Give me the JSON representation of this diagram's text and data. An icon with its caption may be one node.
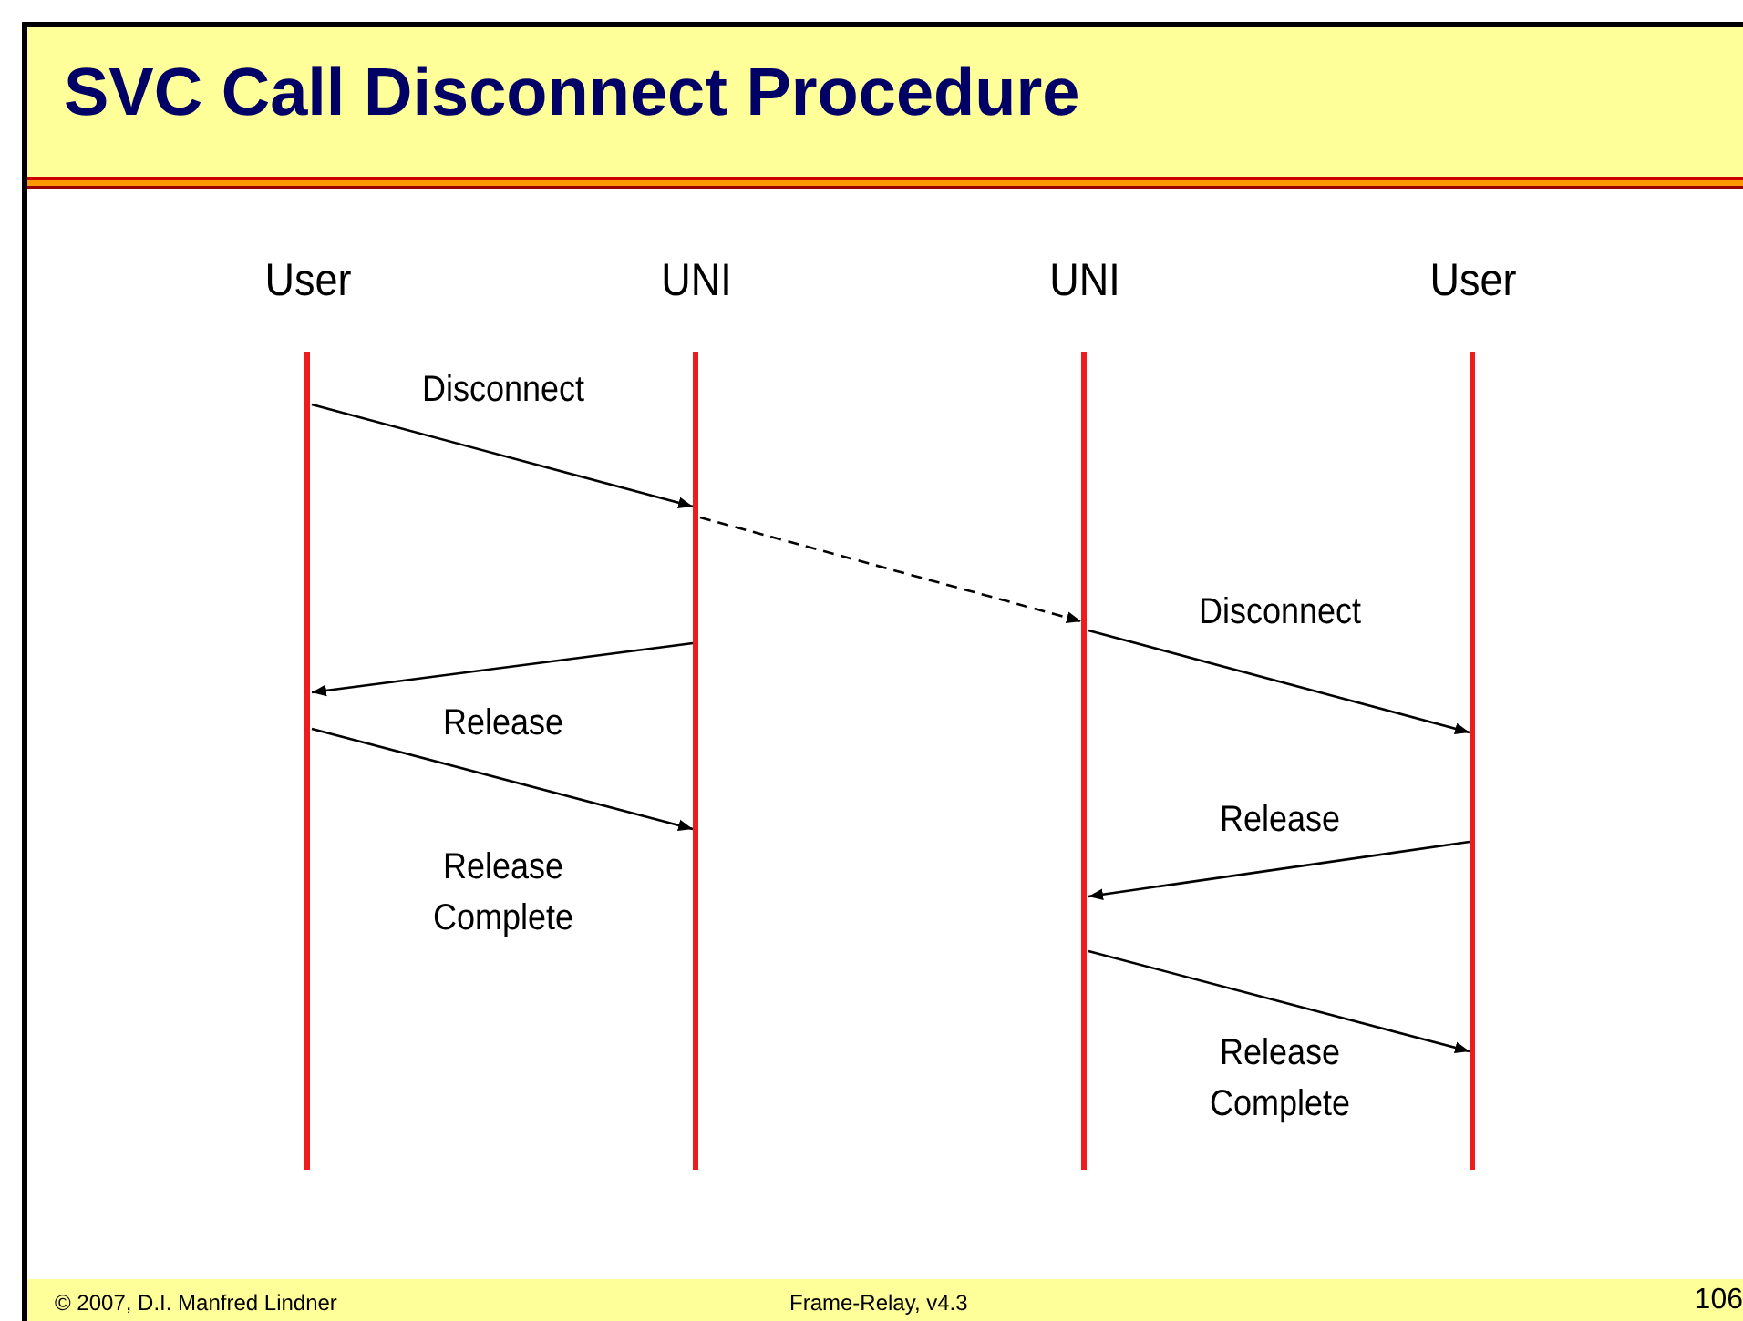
{
  "diagram": {
    "title": "SVC Call Disconnect Procedure",
    "nodes": [
      {
        "text": [
          "User"
        ]
      },
      {
        "text": [
          "UNI"
        ]
      },
      {
        "text": [
          "UNI"
        ]
      },
      {
        "text": [
          "User"
        ]
      }
    ],
    "edges": [
      {
        "from": 0,
        "to": 1,
        "arrow": "to",
        "label": "Disconnect"
      },
      {
        "from": 1,
        "to": 2,
        "arrow": "to",
        "style": "dashed"
      },
      {
        "from": 2,
        "to": 3,
        "arrow": "to",
        "label": "Disconnect"
      },
      {
        "from": 1,
        "to": 0,
        "arrow": "to",
        "label": "Release"
      },
      {
        "from": 0,
        "to": 1,
        "arrow": "to",
        "label": "Release Complete"
      },
      {
        "from": 3,
        "to": 2,
        "arrow": "to",
        "label": "Release"
      },
      {
        "from": 2,
        "to": 3,
        "arrow": "to",
        "label": "Release Complete"
      }
    ],
    "labels": [
      "© 2007, D.I. Manfred Lindner",
      "Frame-Relay, v4.3",
      "106"
    ]
  }
}
